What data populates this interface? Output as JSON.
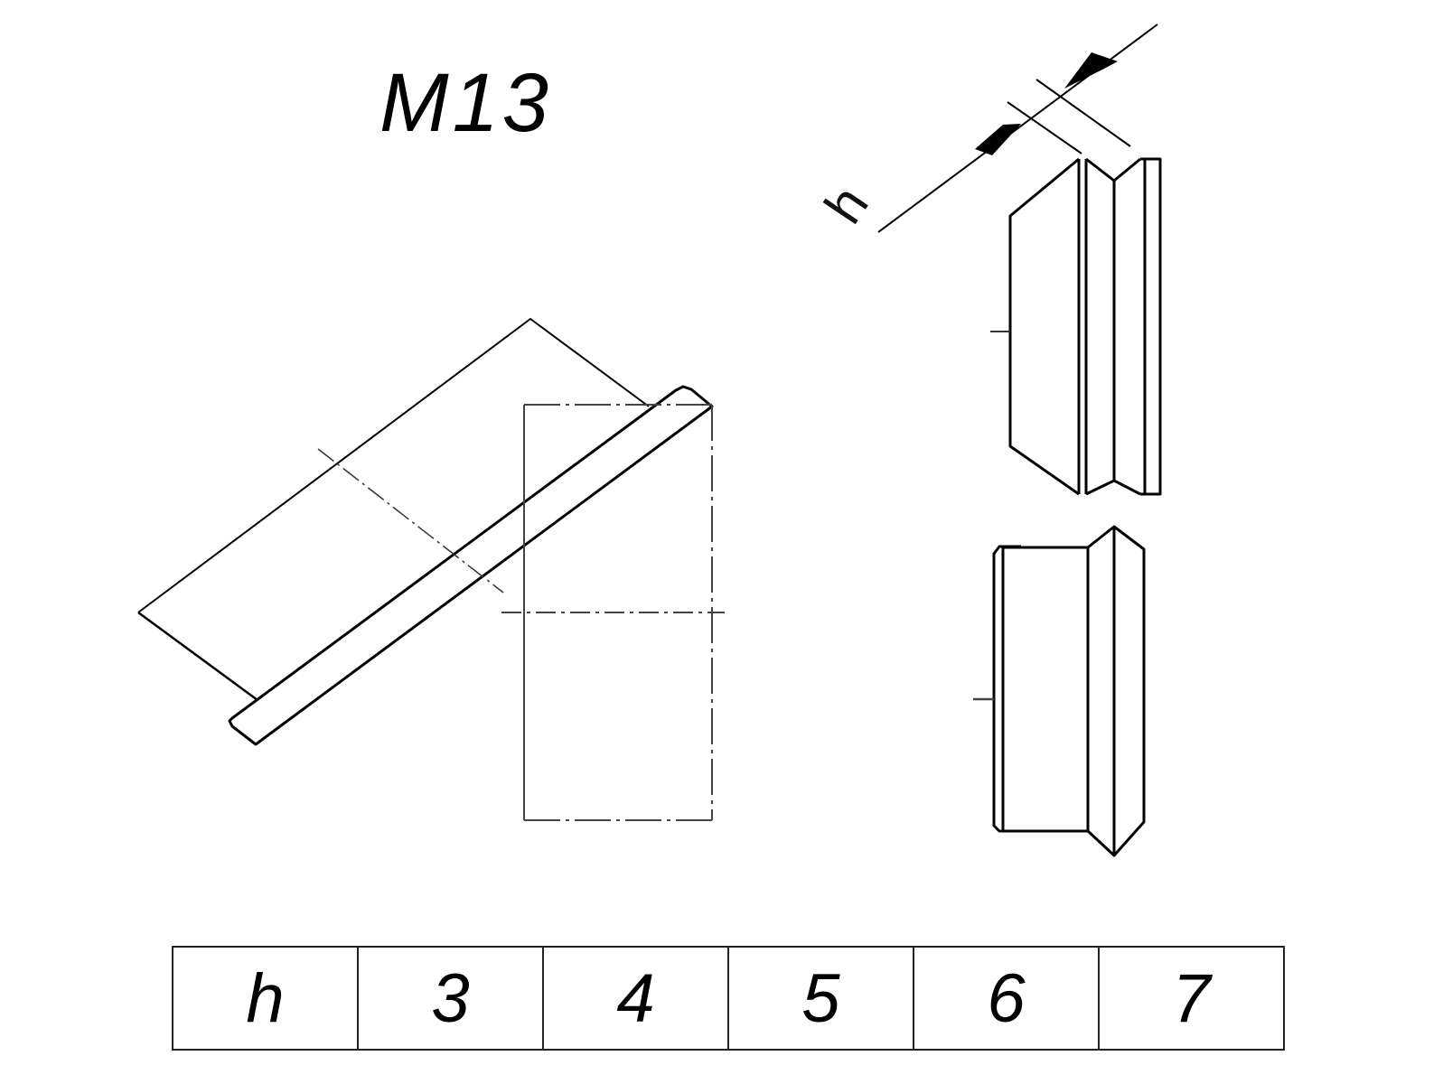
{
  "title": "M13",
  "dimension": {
    "label": "h"
  },
  "table": {
    "header": "h",
    "values": [
      "3",
      "4",
      "5",
      "6",
      "7"
    ]
  },
  "colors": {
    "line": "#000000",
    "centerline": "#555555",
    "background": "#ffffff"
  }
}
